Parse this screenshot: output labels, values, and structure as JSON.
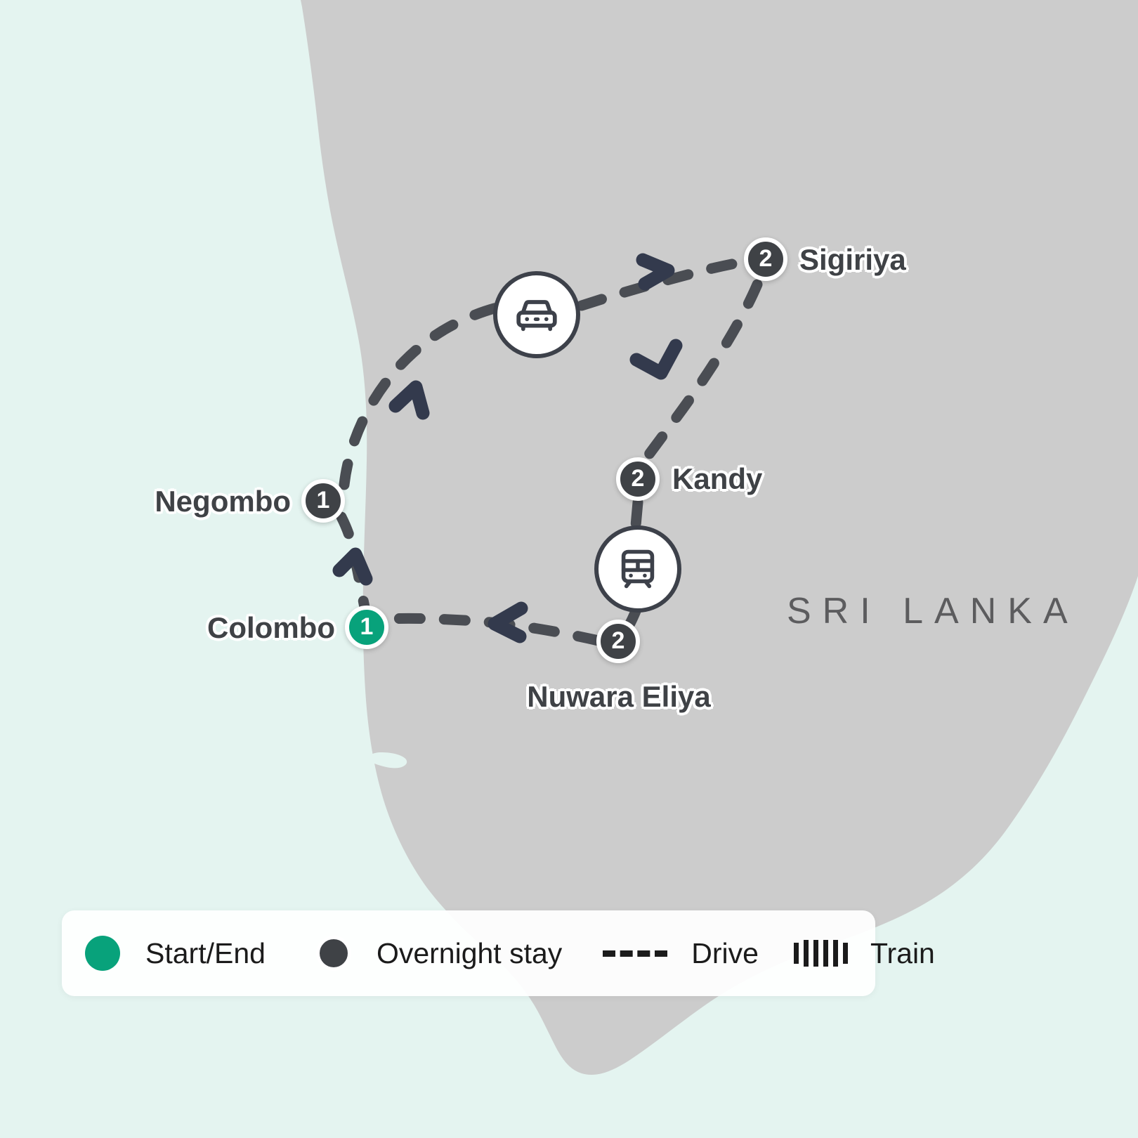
{
  "map": {
    "country_label": "SRI LANKA",
    "water_color": "#e4f4f0",
    "land_color": "#cccccc",
    "route_color": "#4a4d53",
    "arrow_color": "#333a4d",
    "marker_color": "#3f4246",
    "start_color": "#08a27b"
  },
  "stops": [
    {
      "id": "sigiriya",
      "name": "Sigiriya",
      "nights": "2",
      "type": "overnight",
      "label_side": "right"
    },
    {
      "id": "kandy",
      "name": "Kandy",
      "nights": "2",
      "type": "overnight",
      "label_side": "right"
    },
    {
      "id": "negombo",
      "name": "Negombo",
      "nights": "1",
      "type": "overnight",
      "label_side": "left"
    },
    {
      "id": "colombo",
      "name": "Colombo",
      "nights": "1",
      "type": "start-end",
      "label_side": "left"
    },
    {
      "id": "nuwara-eliya",
      "name": "Nuwara Eliya",
      "nights": "2",
      "type": "overnight",
      "label_side": "below"
    }
  ],
  "mode_icons": [
    {
      "id": "car",
      "icon": "car-icon"
    },
    {
      "id": "train",
      "icon": "train-icon"
    }
  ],
  "legend": {
    "items": [
      {
        "id": "start",
        "label": "Start/End",
        "symbol": "green-dot"
      },
      {
        "id": "overnight",
        "label": "Overnight stay",
        "symbol": "dark-dot"
      },
      {
        "id": "drive",
        "label": "Drive",
        "symbol": "dashed-line"
      },
      {
        "id": "train",
        "label": "Train",
        "symbol": "train-ticks"
      }
    ]
  }
}
